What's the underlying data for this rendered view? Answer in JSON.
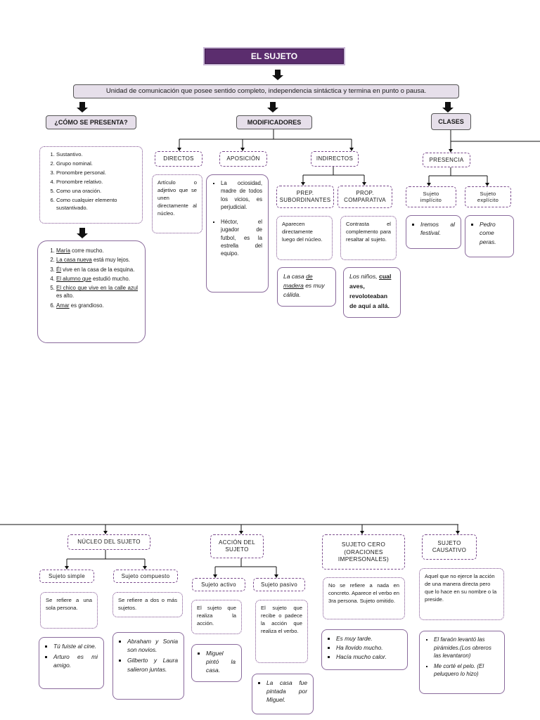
{
  "title": "EL SUJETO",
  "definition": "Unidad de comunicación que posee sentido completo, independencia sintáctica y termina en punto o pausa.",
  "headers": {
    "como": "¿CÓMO SE PRESENTA?",
    "modificadores": "MODIFICADORES",
    "clases": "CLASES"
  },
  "como_list": [
    "Sustantivo.",
    "Grupo nominal.",
    "Pronombre personal.",
    "Pronombre relativo.",
    "Como una oración.",
    "Como cualquier elemento sustantivado."
  ],
  "como_examples": [
    {
      "u": "María",
      "rest": " corre mucho."
    },
    {
      "u": "La casa nueva",
      "rest": " está muy lejos."
    },
    {
      "u": "Él",
      "rest": " vive en la casa de la esquina."
    },
    {
      "u": "El alumno que",
      "rest": " estudió mucho."
    },
    {
      "u": "El chico que vive en la calle azul",
      "rest": " es alto."
    },
    {
      "u": "Amar",
      "rest": " es grandioso."
    }
  ],
  "directos": {
    "label": "DIRECTOS",
    "text": "Artículo o adjetivo que se unen directamente al núcleo."
  },
  "aposicion": {
    "label": "APOSICIÓN",
    "items": [
      "La ociosidad, madre de todos los vicios, es perjudicial.",
      "Héctor, el jugador de futbol, es la estrella del equipo."
    ]
  },
  "indirectos": {
    "label": "INDIRECTOS",
    "prep": {
      "label_1": "PREP.",
      "label_2": "SUBORDINANTES",
      "text": "Aparecen directamente luego del núcleo.",
      "ex_a": "La casa ",
      "ex_u": "de madera",
      "ex_b": " es muy cálida."
    },
    "comp": {
      "label_1": "PROP.",
      "label_2": "COMPARATIVA",
      "text": "Contrasta el complemento para resaltar al sujeto.",
      "ex_a": "Los niños, ",
      "ex_u": "cual",
      "ex_b": "aves, revoloteaban de aquí a allá."
    }
  },
  "presencia": {
    "label": "PRESENCIA",
    "implicito_1": "Sujeto",
    "implicito_2": "implícito",
    "explicito_1": "Sujeto",
    "explicito_2": "explícito",
    "implicito_ex": "Iremos al festival.",
    "explicito_ex": "Pedro come peras."
  },
  "nucleo": {
    "label": "NÚCLEO DEL SUJETO",
    "simple": "Sujeto simple",
    "compuesto": "Sujeto compuesto",
    "simple_text": "Se refiere a una sola persona.",
    "compuesto_text": "Se refiere a dos o más sujetos.",
    "simple_ex": [
      "Tú fuiste al cine.",
      "Arturo es mi amigo."
    ],
    "compuesto_ex": [
      "Abraham y Sonia son novios.",
      "Gilberto y Laura salieron juntas."
    ]
  },
  "accion": {
    "label_1": "ACCIÓN DEL",
    "label_2": "SUJETO",
    "activo": "Sujeto activo",
    "pasivo": "Sujeto pasivo",
    "activo_text": "El sujeto que realiza la acción.",
    "pasivo_text": "El sujeto que recibe o padece la acción que realiza el verbo.",
    "activo_ex": "Miguel pintó la casa.",
    "pasivo_ex": "La casa fue pintada por Miguel."
  },
  "cero": {
    "label_1": "SUJETO CERO",
    "label_2": "(ORACIONES",
    "label_3": "IMPERSONALES)",
    "text": "No se refiere a nada en concreto. Aparece el verbo en 3ra persona. Sujeto omitido.",
    "ex": [
      "Es muy tarde.",
      "Ha llovido mucho.",
      "Hacía mucho calor."
    ]
  },
  "causativo": {
    "label_1": "SUJETO",
    "label_2": "CAUSATIVO",
    "text": "Aquel que no ejerce la acción de una manera directa pero que lo hace en su nombre o la preside.",
    "ex": [
      "El faraón levantó las pirámides.(Los obreros las levantaron)",
      "Me corté el pelo. (El peluquero lo hizo)"
    ]
  }
}
